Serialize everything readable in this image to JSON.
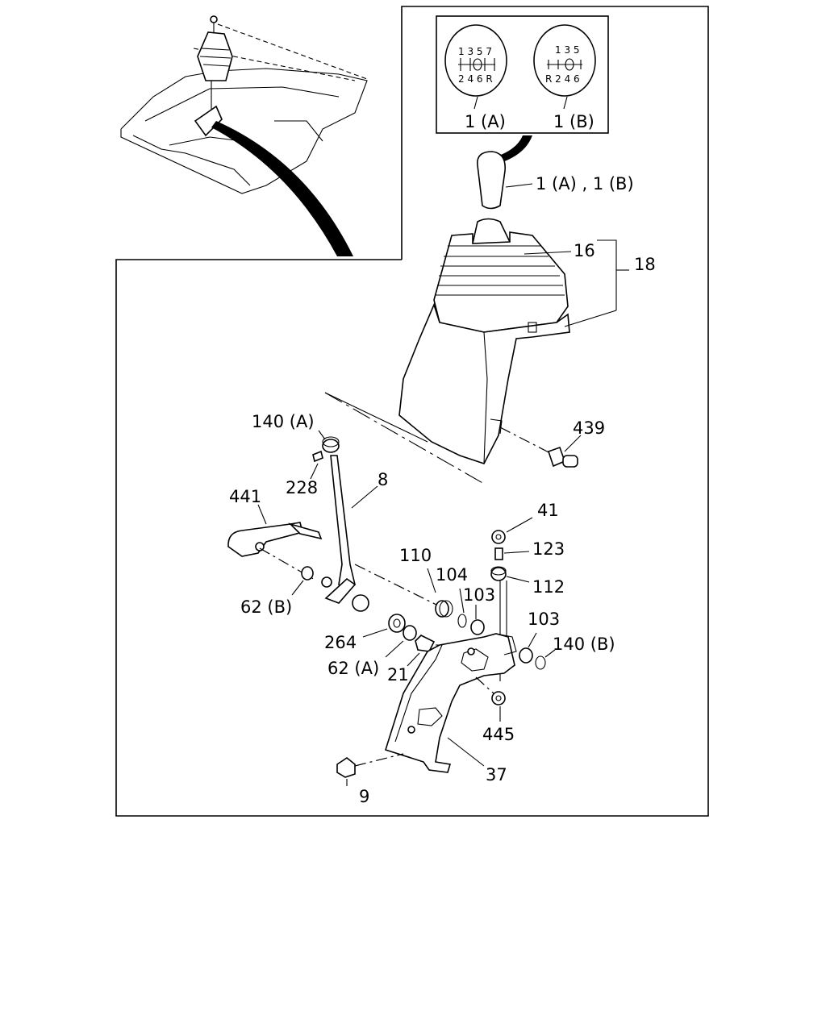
{
  "diagram": {
    "callouts": {
      "c1ab": "1 (A) , 1 (B)",
      "c16": "16",
      "c18": "18",
      "c439": "439",
      "c140a": "140 (A)",
      "c228": "228",
      "c8": "8",
      "c441": "441",
      "c41": "41",
      "c123": "123",
      "c110": "110",
      "c104": "104",
      "c103a": "103",
      "c112": "112",
      "c62b": "62 (B)",
      "c103b": "103",
      "c140b": "140 (B)",
      "c264": "264",
      "c62a": "62 (A)",
      "c21": "21",
      "c445": "445",
      "c37": "37",
      "c9": "9"
    },
    "knob_a": {
      "label": "1 (A)",
      "top": "1 3 5 7",
      "bottom": "2 4 6 R"
    },
    "knob_b": {
      "label": "1 (B)",
      "top": "1 3 5",
      "bottom": "R 2 4 6"
    }
  }
}
